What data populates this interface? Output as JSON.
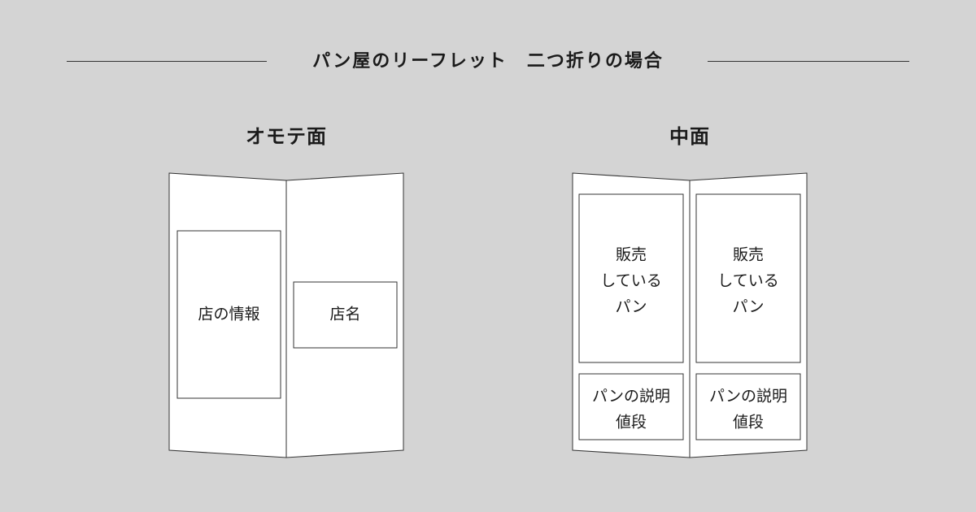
{
  "header": {
    "title": "パン屋のリーフレット　二つ折りの場合"
  },
  "front": {
    "heading": "オモテ面",
    "left_panel": {
      "box_label": "店の情報"
    },
    "right_panel": {
      "box_label": "店名"
    }
  },
  "inner": {
    "heading": "中面",
    "left_panel": {
      "top_box_lines": [
        "販売",
        "している",
        "パン"
      ],
      "bottom_box_lines": [
        "パンの説明",
        "値段"
      ]
    },
    "right_panel": {
      "top_box_lines": [
        "販売",
        "している",
        "パン"
      ],
      "bottom_box_lines": [
        "パンの説明",
        "値段"
      ]
    }
  },
  "colors": {
    "background": "#d4d4d4",
    "paper": "#ffffff",
    "ink": "#1a1a1a",
    "outline": "#333333"
  }
}
